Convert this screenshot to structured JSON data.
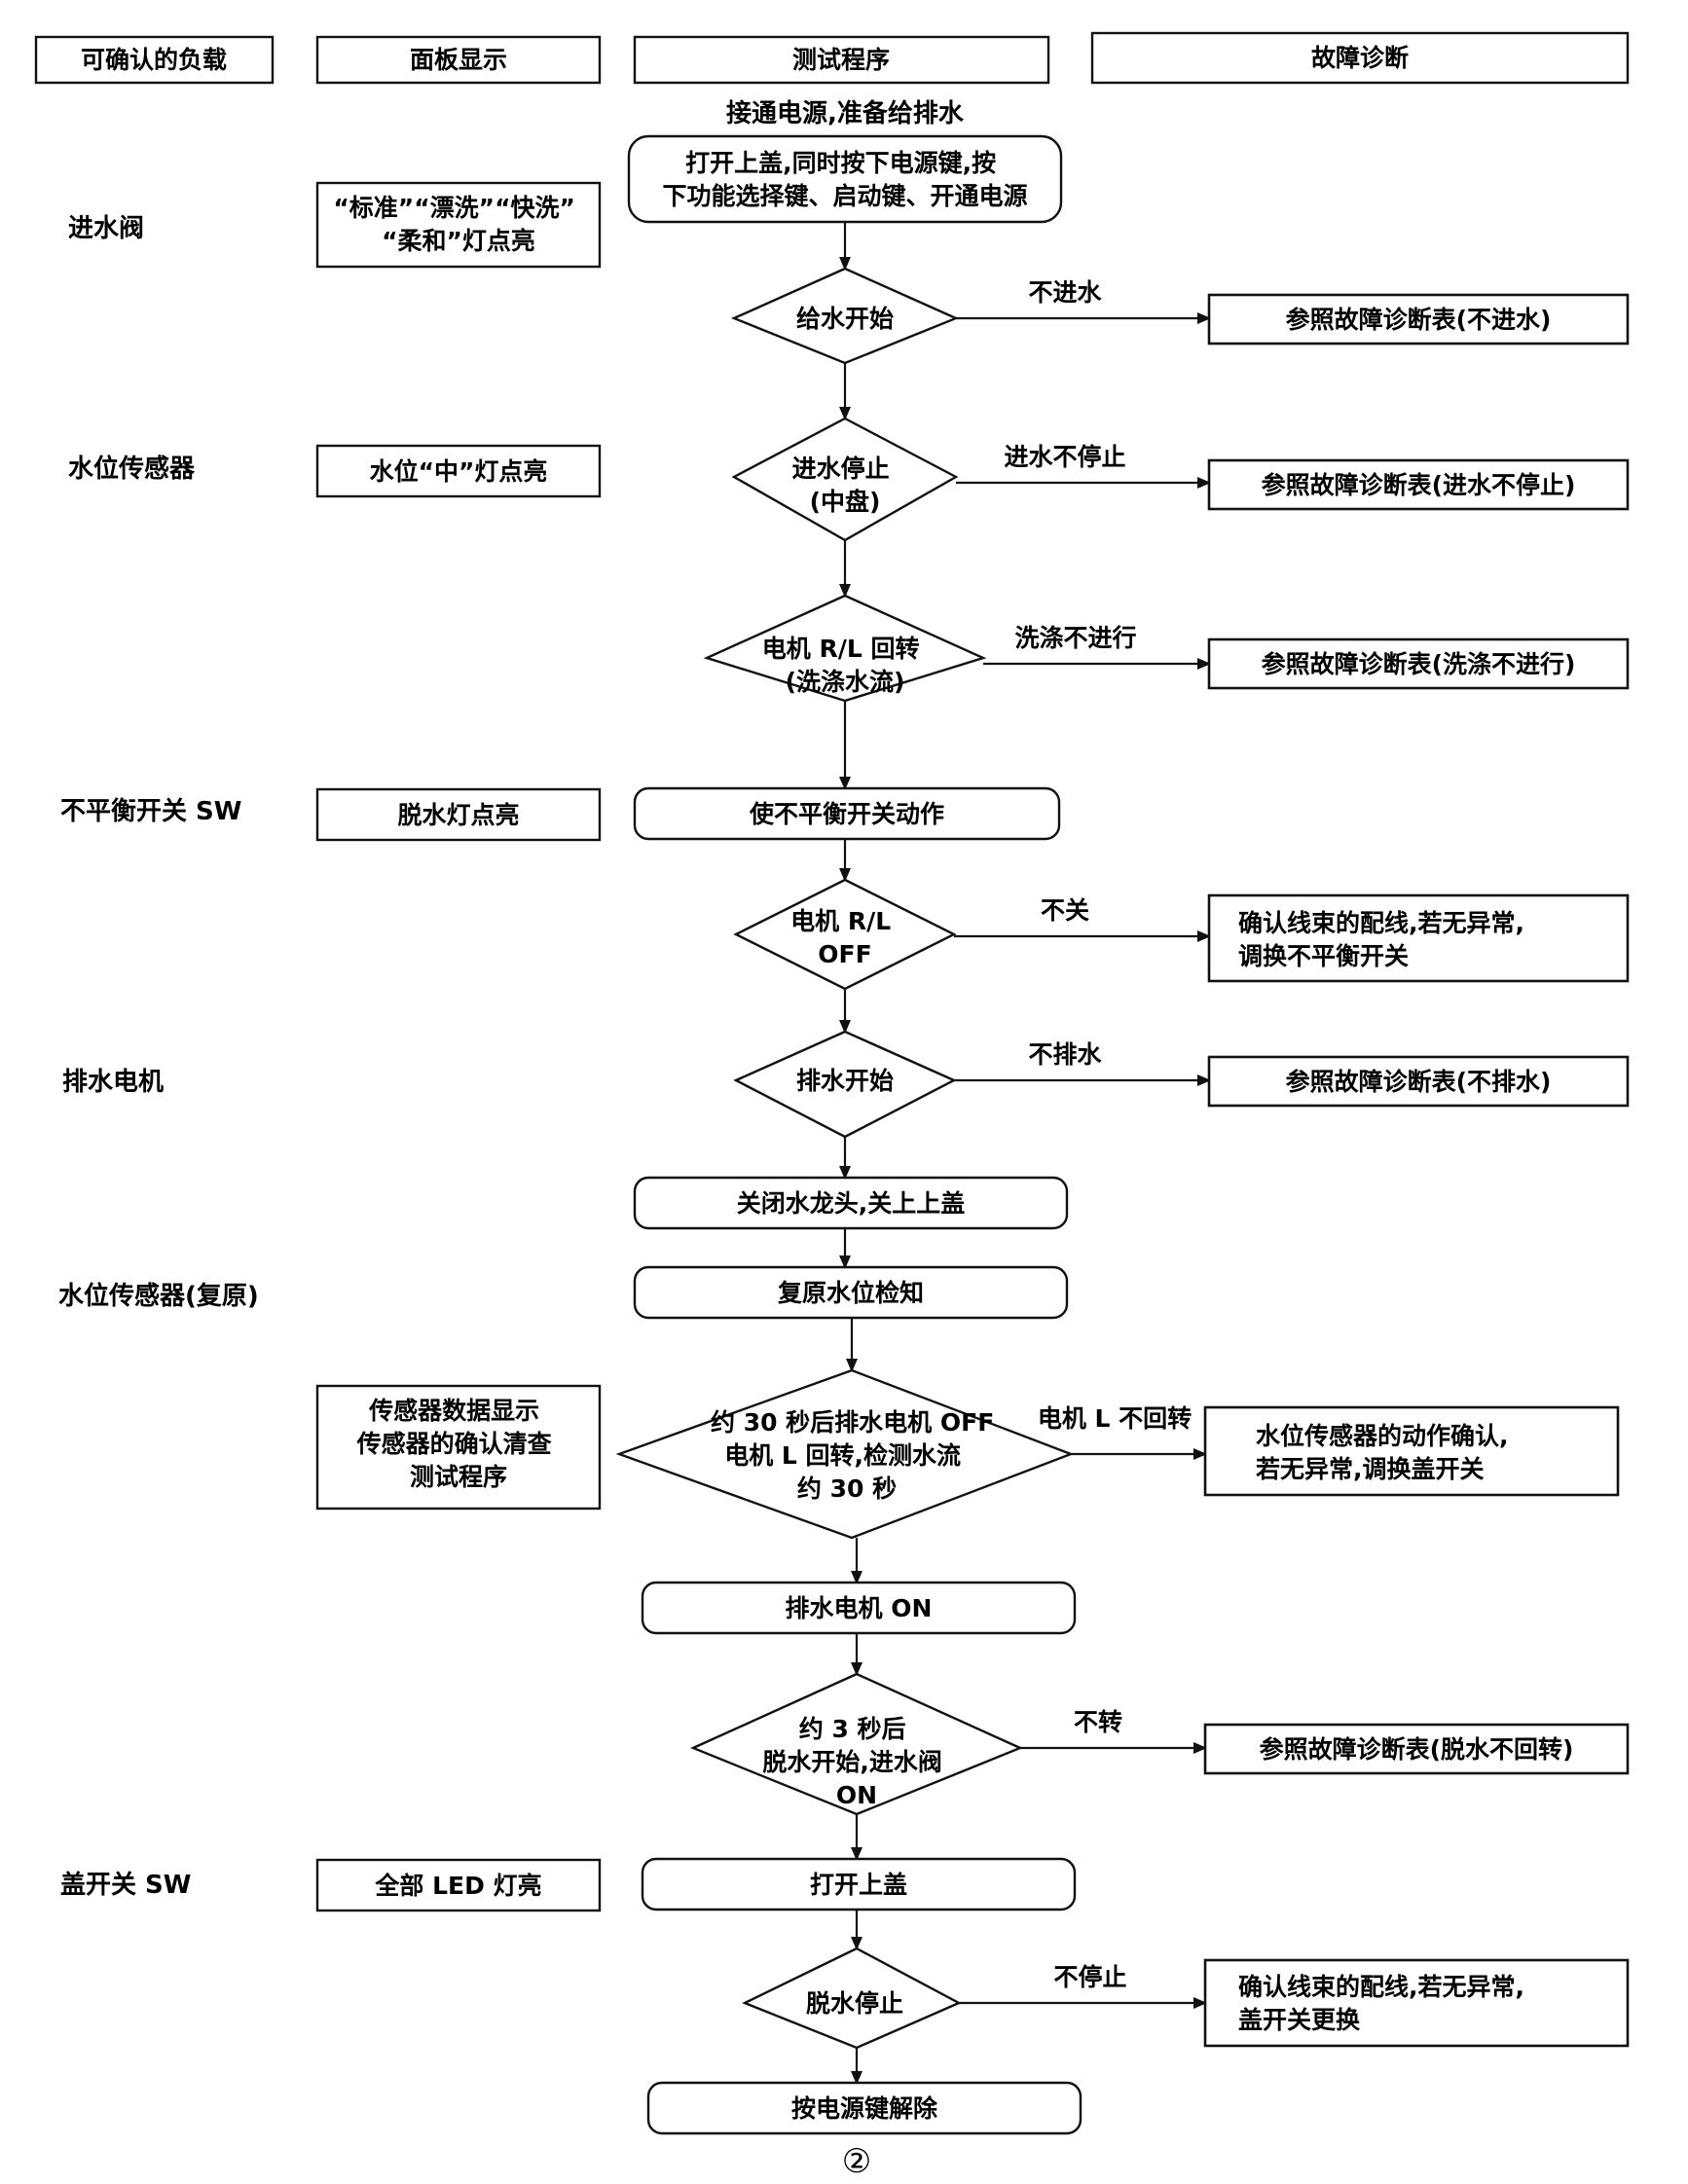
{
  "headers": {
    "col1": "可确认的负载",
    "col2": "面板显示",
    "col3": "测试程序",
    "col4": "故障诊断"
  },
  "prelude": "接通电源,准备给排水",
  "loads": {
    "inlet_valve": "进水阀",
    "water_level_sensor": "水位传感器",
    "unbalance_switch": "不平衡开关 SW",
    "drain_motor": "排水电机",
    "water_level_sensor_reset": "水位传感器(复原)",
    "lid_switch": "盖开关 SW"
  },
  "panel": {
    "p1": [
      "“标准”“漂洗”“快洗”",
      "“柔和”灯点亮"
    ],
    "p2": "水位“中”灯点亮",
    "p3": "脱水灯点亮",
    "p4": [
      "传感器数据显示",
      "传感器的确认清查",
      "测试程序"
    ],
    "p5": "全部 LED 灯亮"
  },
  "steps": {
    "s1": [
      "打开上盖,同时按下电源键,按",
      "下功能选择键、启动键、开通电源"
    ],
    "d1": [
      "给水开始"
    ],
    "d2": [
      "进水停止",
      "(中盘)"
    ],
    "d3": [
      "电机 R/L 回转",
      "(洗涤水流)"
    ],
    "s2": "使不平衡开关动作",
    "d4": [
      "电机 R/L",
      "OFF"
    ],
    "d5": [
      "排水开始"
    ],
    "s3": "关闭水龙头,关上上盖",
    "s4": "复原水位检知",
    "d6": [
      "约 30 秒后排水电机 OFF",
      "电机 L 回转,检测水流",
      "约 30 秒"
    ],
    "s5": "排水电机 ON",
    "d7": [
      "约 3 秒后",
      "脱水开始,进水阀",
      "ON"
    ],
    "s6": "打开上盖",
    "d8": [
      "脱水停止"
    ],
    "s7": "按电源键解除"
  },
  "edges": {
    "e1": "不进水",
    "e2": "进水不停止",
    "e3": "洗涤不进行",
    "e4": "不关",
    "e5": "不排水",
    "e6": "电机 L 不回转",
    "e7": "不转",
    "e8": "不停止"
  },
  "diagnosis": {
    "r1": [
      "参照故障诊断表(不进水)"
    ],
    "r2": [
      "参照故障诊断表(进水不停止)"
    ],
    "r3": [
      "参照故障诊断表(洗涤不进行)"
    ],
    "r4": [
      "确认线束的配线,若无异常,",
      "调换不平衡开关"
    ],
    "r5": [
      "参照故障诊断表(不排水)"
    ],
    "r6": [
      "水位传感器的动作确认,",
      "若无异常,调换盖开关"
    ],
    "r7": [
      "参照故障诊断表(脱水不回转)"
    ],
    "r8": [
      "确认线束的配线,若无异常,",
      "盖开关更换"
    ]
  },
  "page_number": "②"
}
